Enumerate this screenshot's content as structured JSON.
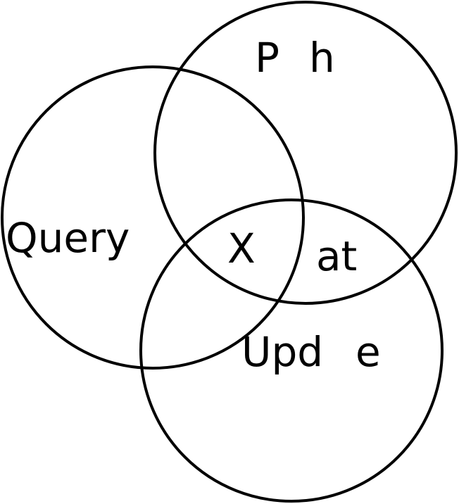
{
  "diagram": {
    "type": "venn",
    "stroke_color": "#000000",
    "background": "#ffffff",
    "labels": {
      "query": "Query",
      "path_p": "P",
      "path_h": "h",
      "update_upd": "Upd",
      "update_e": "e",
      "at": "at",
      "center": "X"
    }
  }
}
